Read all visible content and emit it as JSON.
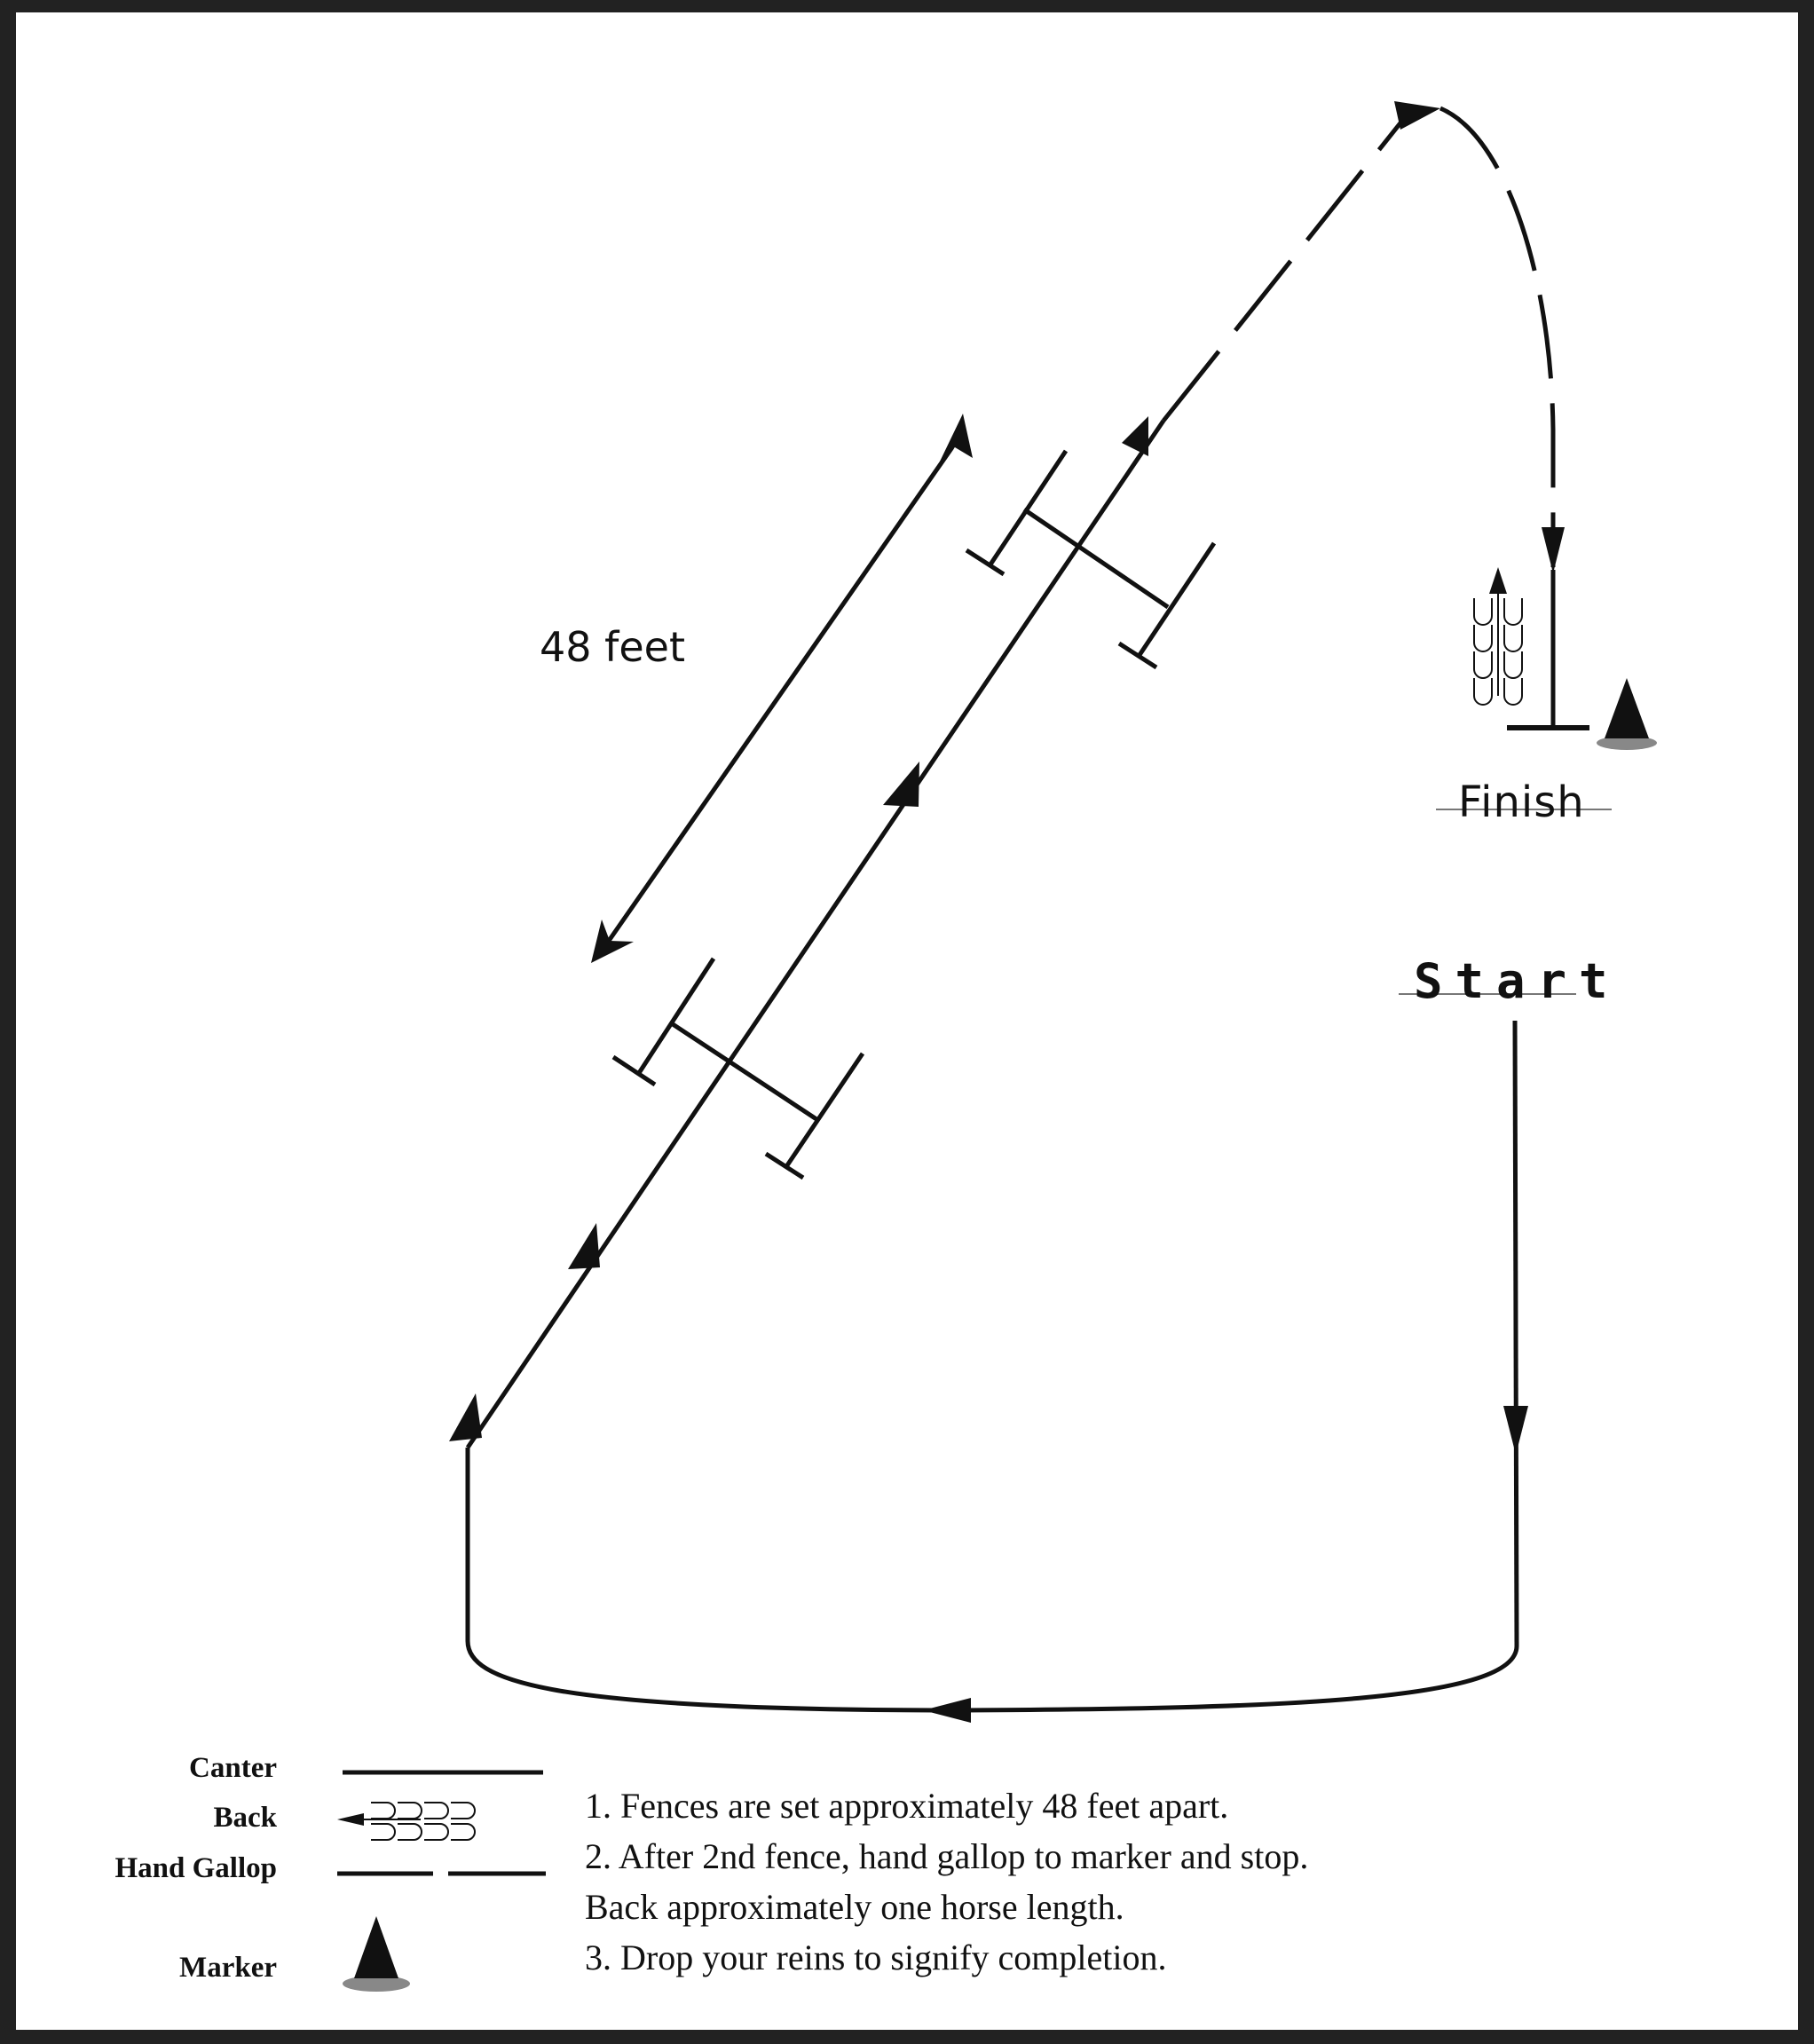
{
  "labels": {
    "distance": "48 feet",
    "finish": "Finish",
    "start": "Start"
  },
  "legend": {
    "canter": "Canter",
    "back": "Back",
    "hand_gallop": "Hand Gallop",
    "marker": "Marker"
  },
  "instructions": [
    "1.  Fences are set approximately 48 feet apart.",
    "2.  After 2nd fence, hand gallop to marker and stop.",
    "Back approximately one horse length.",
    "3.  Drop your reins to signify completion."
  ],
  "colors": {
    "line": "#111111",
    "background": "#ffffff",
    "border": "#222222"
  }
}
